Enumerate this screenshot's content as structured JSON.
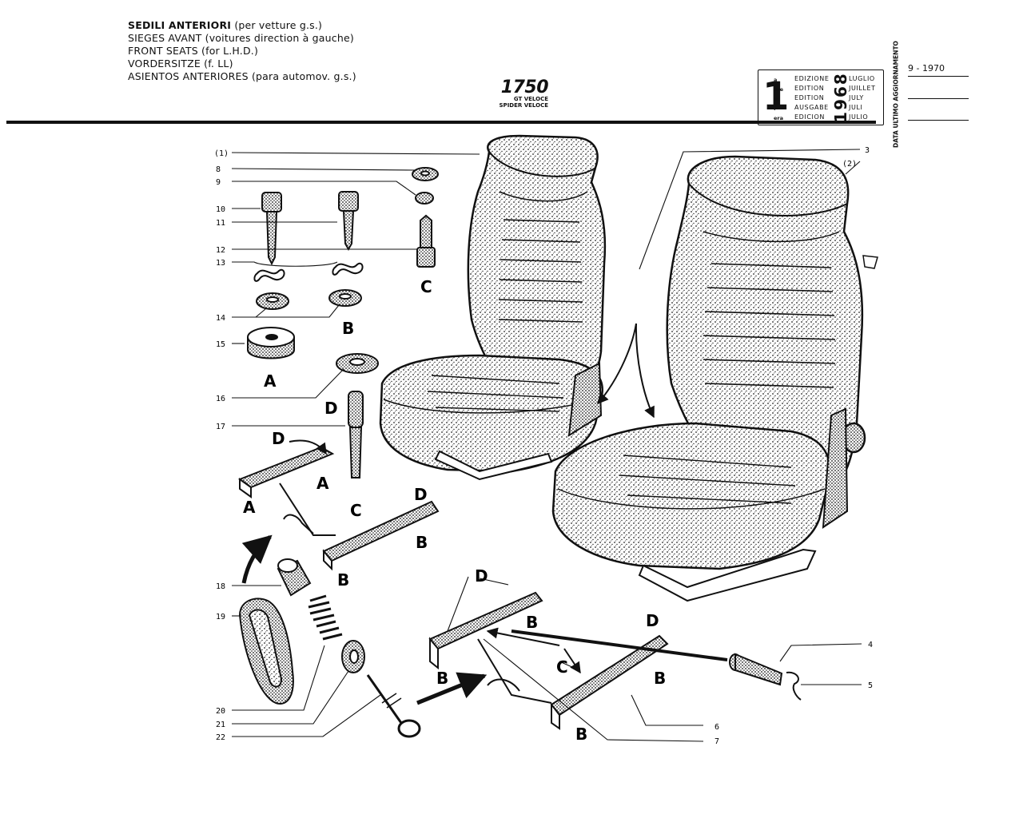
{
  "header": {
    "lines": [
      "SEDILI ANTERIORI (per vetture g.s.)",
      "SIEGES AVANT (voitures direction à gauche)",
      "FRONT SEATS (for L.H.D.)",
      "VORDERSITZE (f. LL)",
      "ASIENTOS ANTERIORES (para automov. g.s.)"
    ],
    "model": "1750",
    "variants": [
      "GT VELOCE",
      "SPIDER VELOCE"
    ]
  },
  "edition": {
    "number": "1",
    "sups": [
      "a",
      "ere",
      "st",
      ".",
      "era"
    ],
    "labels": [
      "EDIZIONE",
      "EDITION",
      "EDITION",
      "AUSGABE",
      "EDICION"
    ],
    "months": [
      "LUGLIO",
      "JUILLET",
      "JULY",
      "JULI",
      "JULIO"
    ],
    "year": "1968",
    "update_label": "DATA ULTIMO AGGIORNAMENTO",
    "update_date": "9 - 1970"
  },
  "callouts": {
    "num_1": "(1)",
    "num_2": "(2)",
    "num_3": "3",
    "num_4": "4",
    "num_5": "5",
    "num_6": "6",
    "num_7": "7",
    "num_8": "8",
    "num_9": "9",
    "num_10": "10",
    "num_11": "11",
    "num_12": "12",
    "num_13": "13",
    "num_14": "14",
    "num_15": "15",
    "num_16": "16",
    "num_17": "17",
    "num_18": "18",
    "num_19": "19",
    "num_20": "20",
    "num_21": "21",
    "num_22": "22"
  },
  "letters": {
    "A": "A",
    "B": "B",
    "C": "C",
    "D": "D"
  }
}
